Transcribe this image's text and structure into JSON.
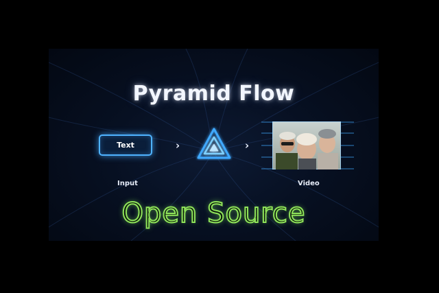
{
  "title": "Pyramid Flow",
  "flow": {
    "input_box_text": "Text",
    "input_label": "Input",
    "output_label": "Video",
    "arrow_glyph": "›",
    "center_icon": "pyramid-triangle-icon",
    "output_icon": "video-frame-icon"
  },
  "tagline": "Open Source",
  "colors": {
    "background": "#000000",
    "panel": "#071022",
    "accent_blue": "#4fb3ff",
    "accent_green": "#8fe35a",
    "title": "#f2f6ff"
  }
}
